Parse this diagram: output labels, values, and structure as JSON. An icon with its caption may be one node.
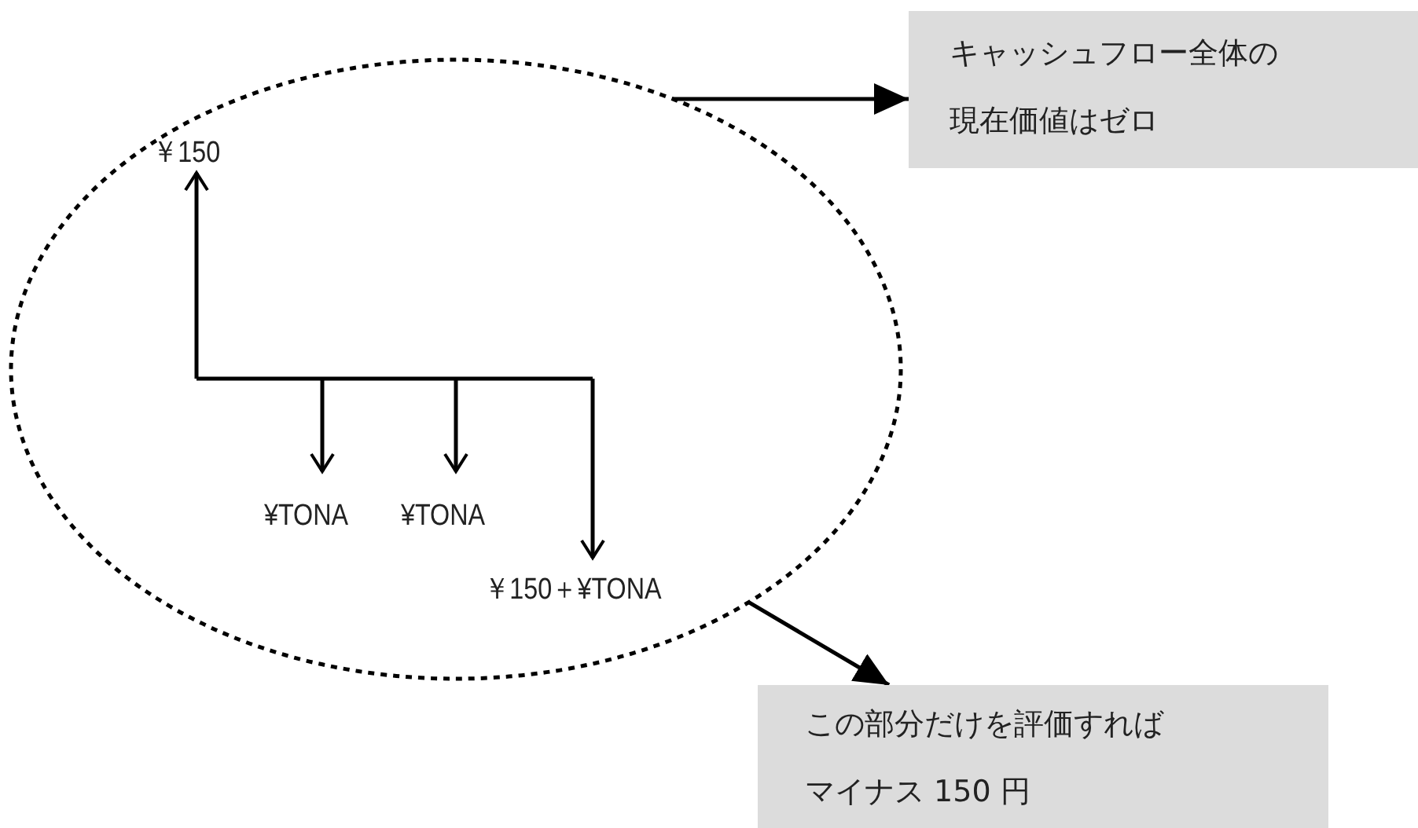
{
  "diagram": {
    "nodes": [
      {
        "text": [],
        "shape": "ellipse"
      },
      {
        "text": [
          "キャッシュフロー全体の現在価値はゼロ"
        ]
      },
      {
        "text": [
          "この部分だけを評価すればマイナス 150 円"
        ]
      }
    ],
    "edges": [
      {
        "from": 0,
        "to": 1,
        "arrow": "to"
      },
      {
        "from": 0,
        "to": 2,
        "arrow": "to"
      }
    ],
    "labels": [
      "￥150",
      "¥TONA",
      "¥TONA",
      "￥150＋¥TONA"
    ]
  }
}
